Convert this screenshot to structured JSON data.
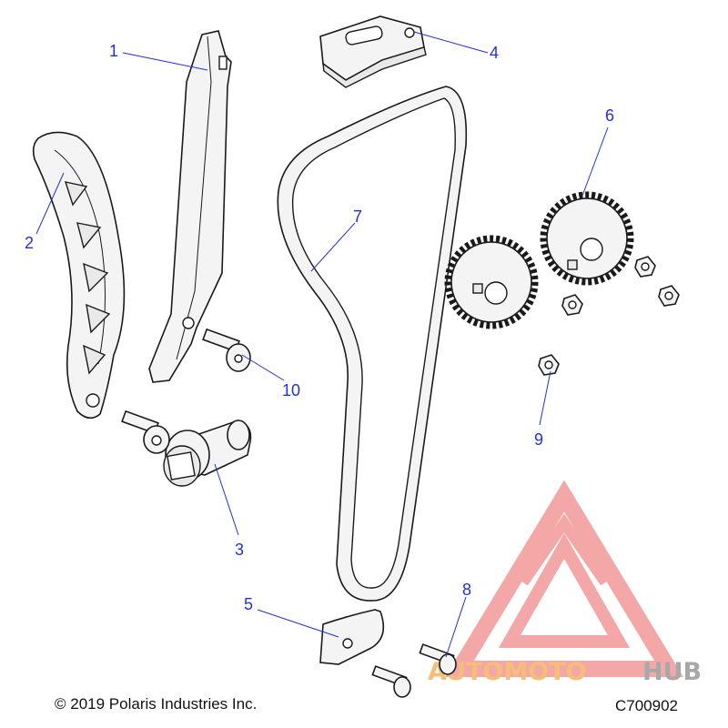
{
  "diagram": {
    "callouts": [
      {
        "id": "1",
        "label": "1"
      },
      {
        "id": "2",
        "label": "2"
      },
      {
        "id": "3",
        "label": "3"
      },
      {
        "id": "4",
        "label": "4"
      },
      {
        "id": "5",
        "label": "5"
      },
      {
        "id": "6",
        "label": "6"
      },
      {
        "id": "7",
        "label": "7"
      },
      {
        "id": "8",
        "label": "8"
      },
      {
        "id": "9",
        "label": "9"
      },
      {
        "id": "10",
        "label": "10"
      }
    ]
  },
  "footer": {
    "copyright": "© 2019 Polaris Industries Inc.",
    "code": "C700902"
  },
  "watermark": {
    "text_part1": "AUTOMOTO",
    "text_part2": "HUB",
    "colors": {
      "triangle": "#f08a8a",
      "text_orange": "#f3a84b",
      "text_gray": "#8c8c8c"
    }
  },
  "colors": {
    "callout": "#2330d6",
    "outline": "#1a1a1a"
  }
}
